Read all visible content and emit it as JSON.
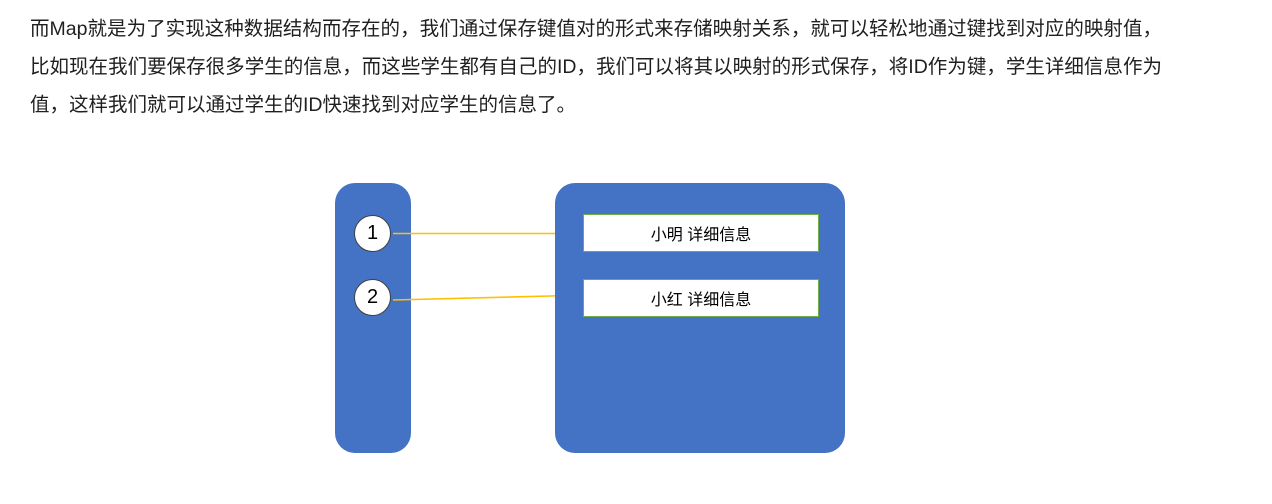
{
  "paragraph": "而Map就是为了实现这种数据结构而存在的，我们通过保存键值对的形式来存储映射关系，就可以轻松地通过键找到对应的映射值，比如现在我们要保存很多学生的信息，而这些学生都有自己的ID，我们可以将其以映射的形式保存，将ID作为键，学生详细信息作为值，这样我们就可以通过学生的ID快速找到对应学生的信息了。",
  "diagram": {
    "keys": [
      {
        "label": "1"
      },
      {
        "label": "2"
      }
    ],
    "values": [
      {
        "label": "小明 详细信息"
      },
      {
        "label": "小红 详细信息"
      }
    ],
    "colors": {
      "key_container": "#4472C4",
      "value_container": "#4472C4",
      "value_box_border": "#70AD47",
      "key_circle_border": "#404040",
      "arrow": "#FFC000"
    }
  }
}
